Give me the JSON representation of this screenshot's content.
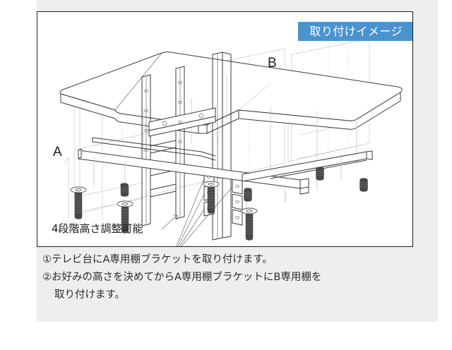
{
  "badge": {
    "label": "取り付けイメージ",
    "bg_color": "#4a93ce",
    "text_color": "#ffffff"
  },
  "illustration": {
    "labels": {
      "shelf_bracket": "A",
      "shelf_board": "B"
    },
    "caption": "4段階高さ調整可能"
  },
  "instructions": {
    "lines": [
      "①テレビ台にA専用棚ブラケットを取り付けます。",
      "②お好みの高さを決めてからA専用棚ブラケットにB専用棚を",
      "取り付けます。"
    ]
  },
  "colors": {
    "outer_panel": "#eeeeee",
    "card_background": "#ffffff",
    "card_border": "#1d1d1d",
    "line_art": "#3a3a3a",
    "line_art_light": "#c9c9c9",
    "hardware": "#4a4a4a"
  }
}
